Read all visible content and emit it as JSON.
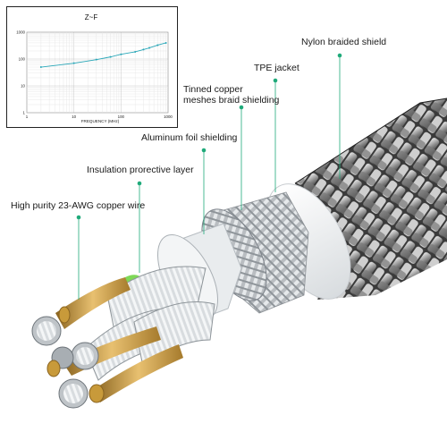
{
  "colors": {
    "leader_line": "#1faa7a",
    "leader_dot": "#1faa7a",
    "gold_wire": "#c89a3a",
    "silver_strand": "#9aa0a6",
    "green_insulation": "#7ed957",
    "chart_line": "#2aa7b8"
  },
  "labels": {
    "nylon_shield": "Nylon braided shield",
    "tpe_jacket": "TPE jacket",
    "tinned_line1": "Tinned copper",
    "tinned_line2": "meshes braid shielding",
    "aluminum_foil": "Aluminum foil shielding",
    "insulation": "Insulation prorective layer",
    "copper_wire": "High purity 23-AWG copper wire"
  },
  "chart_data": {
    "type": "line",
    "title": "Z~F",
    "xlabel": "FREQUENCY (MHz)",
    "ylabel": "",
    "x_scale": "log",
    "y_scale": "log",
    "xlim": [
      1,
      1000
    ],
    "ylim": [
      1,
      1000
    ],
    "x_ticks": [
      "1",
      "10",
      "100",
      "1000"
    ],
    "y_ticks": [
      "1000",
      "100",
      "10",
      "1"
    ],
    "grid": true,
    "series": [
      {
        "x": [
          2,
          10,
          30,
          60,
          100,
          200,
          300,
          400,
          600,
          900
        ],
        "y": [
          50,
          70,
          95,
          120,
          150,
          185,
          225,
          260,
          330,
          400
        ]
      }
    ]
  }
}
